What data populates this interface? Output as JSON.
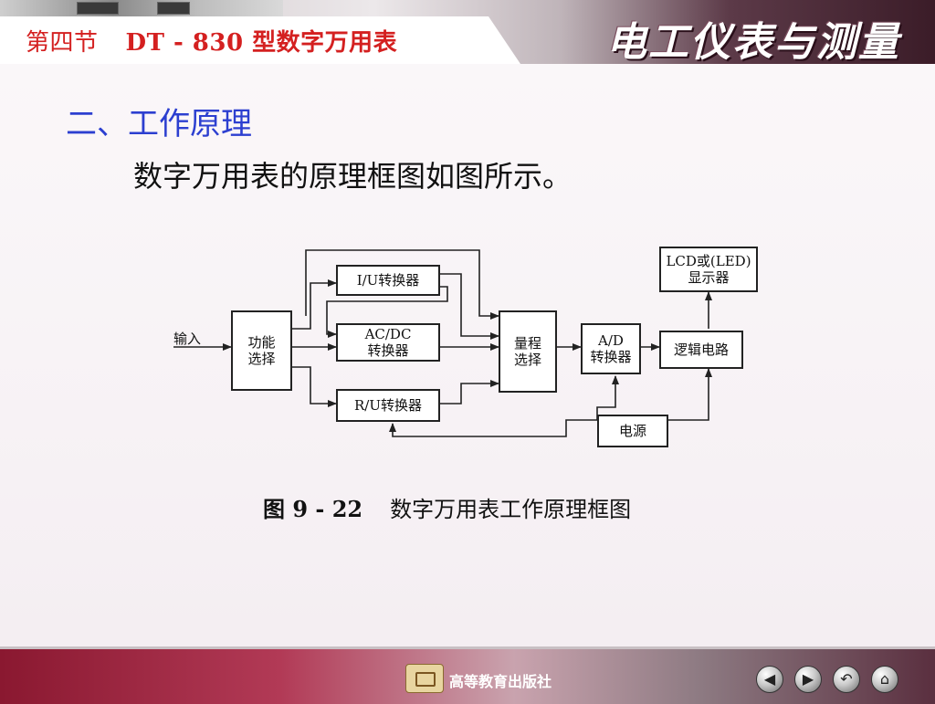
{
  "header": {
    "section_label": "第四节",
    "lesson_title": "DT - 830 型数字万用表",
    "course_title": "电工仪表与测量"
  },
  "content": {
    "heading": "二、工作原理",
    "intro": "数字万用表的原理框图如图所示。"
  },
  "diagram": {
    "input_label": "输入",
    "blocks": {
      "function_select": [
        "功能",
        "选择"
      ],
      "iu_converter": [
        "I/U转换器"
      ],
      "acdc_converter": [
        "AC/DC",
        "转换器"
      ],
      "ru_converter": [
        "R/U转换器"
      ],
      "range_select": [
        "量程",
        "选择"
      ],
      "ad_converter": [
        "A/D",
        "转换器"
      ],
      "logic_circuit": [
        "逻辑电路"
      ],
      "display": [
        "LCD或(LED)",
        "显示器"
      ],
      "power": [
        "电源"
      ]
    }
  },
  "caption": {
    "figure_number": "图 9 - 22",
    "figure_title": "数字万用表工作原理框图"
  },
  "footer": {
    "publisher": "高等教育出版社",
    "nav_icons": [
      "arrow-left-icon",
      "arrow-right-icon",
      "return-icon",
      "home-icon"
    ]
  }
}
